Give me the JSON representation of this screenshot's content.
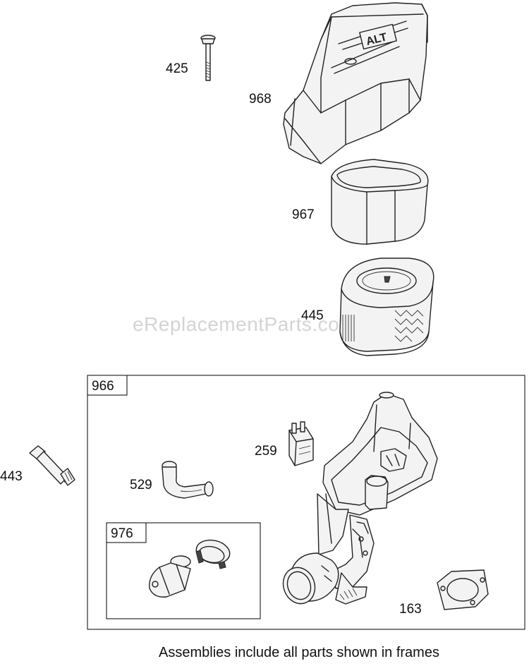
{
  "watermark": "eReplacementParts.com",
  "footer_note": "Assemblies include all parts shown in frames",
  "frames": {
    "outer": {
      "label": "966"
    },
    "inner": {
      "label": "976"
    }
  },
  "callouts": {
    "p425": "425",
    "p968": "968",
    "p967": "967",
    "p445": "445",
    "p259": "259",
    "p443": "443",
    "p529": "529",
    "p163": "163"
  }
}
